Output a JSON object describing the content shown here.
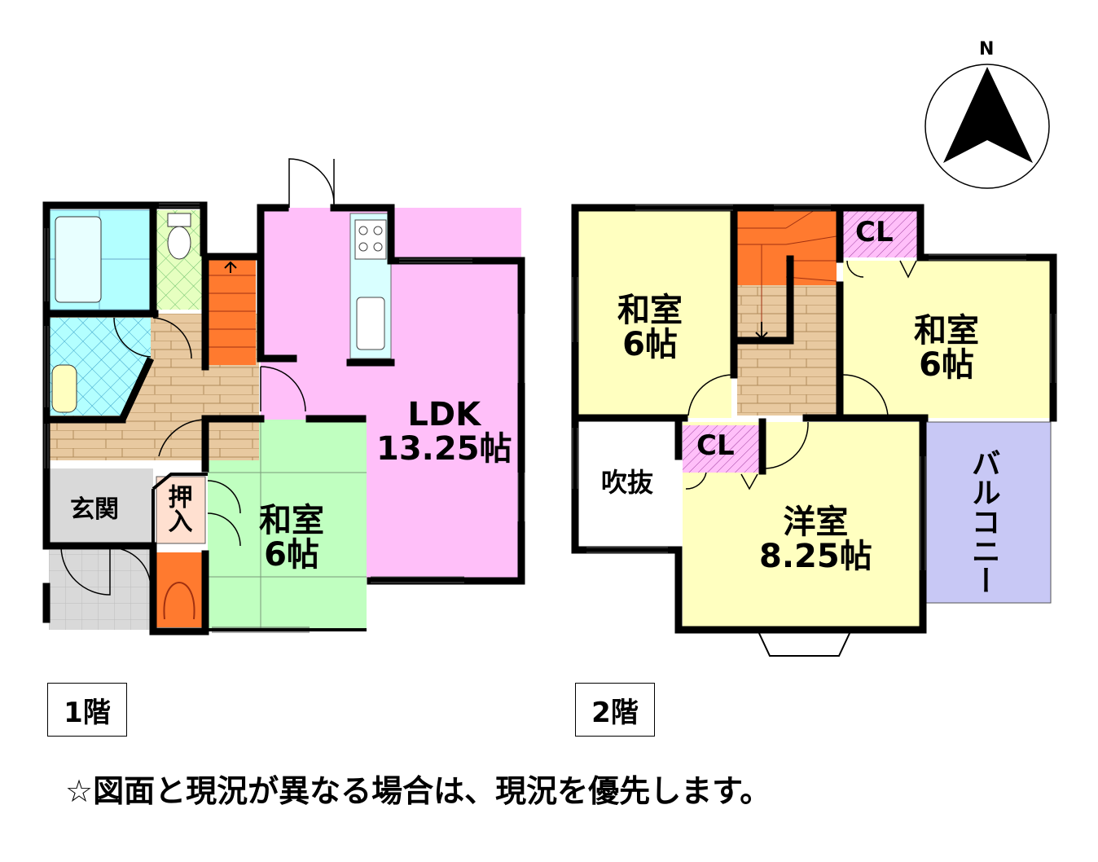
{
  "compass": {
    "label": "N"
  },
  "floor1": {
    "label": "1階",
    "rooms": {
      "ldk": {
        "name": "LDK",
        "size": "13.25帖"
      },
      "washitsu": {
        "name": "和室",
        "size": "6帖"
      },
      "genkan": {
        "name": "玄関"
      },
      "oshiire": {
        "name": "押入"
      }
    }
  },
  "floor2": {
    "label": "2階",
    "rooms": {
      "washitsu_left": {
        "name": "和室",
        "size": "6帖"
      },
      "washitsu_right": {
        "name": "和室",
        "size": "6帖"
      },
      "youshitsu": {
        "name": "洋室",
        "size": "8.25帖"
      },
      "fukinuke": {
        "name": "吹抜"
      },
      "balcony": {
        "name": "バルコニー"
      },
      "cl_top": {
        "name": "CL"
      },
      "cl_mid": {
        "name": "CL"
      }
    }
  },
  "note": "☆図面と現況が異なる場合は、現況を優先します。",
  "colors": {
    "ldk": "#ffbff9",
    "washitsu1": "#c0ffc0",
    "washitsu2": "#ffffc0",
    "bath": "#b3ffff",
    "toilet": "#e6ffc0",
    "wood": "#e8c9a0",
    "stairs": "#ff7a2f",
    "genkan": "#d9d9d9",
    "balcony": "#c8c8f5",
    "closet": "#ffbff9"
  }
}
